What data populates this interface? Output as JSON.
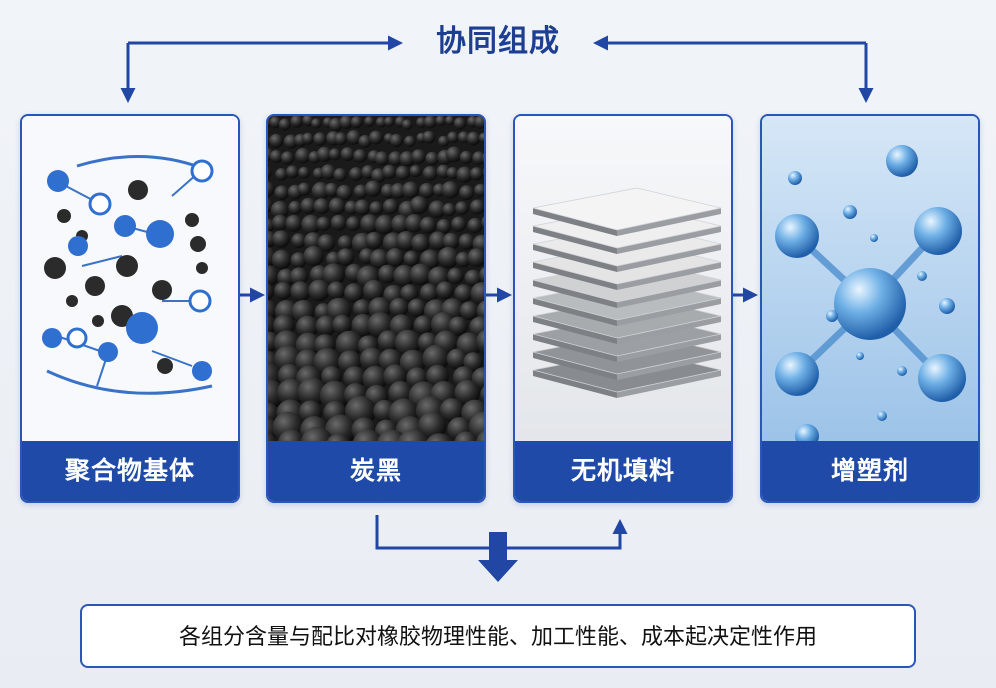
{
  "title": "协同组成",
  "components": [
    {
      "label": "聚合物基体",
      "icon": "polymer-molecules-icon"
    },
    {
      "label": "炭黑",
      "icon": "carbon-black-granules-icon"
    },
    {
      "label": "无机填料",
      "icon": "layered-sheets-icon"
    },
    {
      "label": "增塑剂",
      "icon": "water-droplet-molecule-icon"
    }
  ],
  "conclusion": "各组分含量与配比对橡胶物理性能、加工性能、成本起决定性作用",
  "colors": {
    "primary": "#1f4aa8",
    "title": "#1e3f91",
    "arrow": "#2146a3",
    "background": "#eef1f6"
  }
}
